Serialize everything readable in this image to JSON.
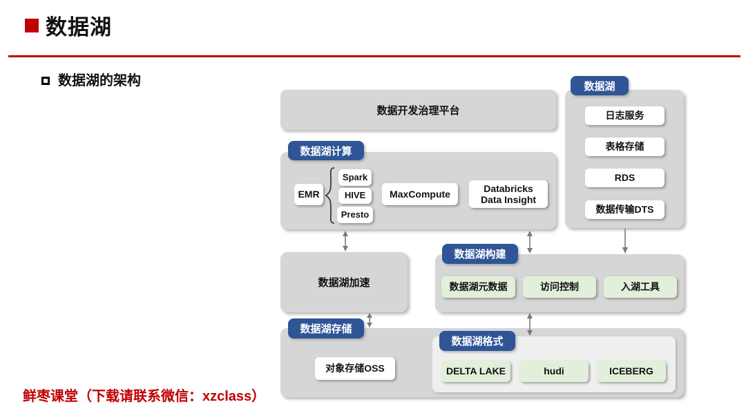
{
  "slide": {
    "title": "数据湖",
    "section_title": "数据湖的架构",
    "watermark": "鲜枣课堂（下载请联系微信：xzclass）"
  },
  "colors": {
    "accent_red": "#C00000",
    "tag_blue": "#2F5597",
    "box_gray": "#D6D6D6",
    "panel_gray": "#EFEFEF",
    "item_green": "#E2EFDA",
    "item_white": "#FFFFFF",
    "arrow_gray": "#7A7A7A"
  },
  "diagram": {
    "platform": {
      "label": "数据开发治理平台"
    },
    "compute": {
      "tag": "数据湖计算",
      "cluster_root": "EMR",
      "cluster_engines": [
        "Spark",
        "HIVE",
        "Presto"
      ],
      "services": [
        "MaxCompute",
        "Databricks Data Insight"
      ]
    },
    "ingest": {
      "tag": "数据湖",
      "items": [
        "日志服务",
        "表格存储",
        "RDS",
        "数据传输DTS"
      ]
    },
    "acceleration": {
      "label": "数据湖加速"
    },
    "build": {
      "tag": "数据湖构建",
      "items": [
        "数据湖元数据",
        "访问控制",
        "入湖工具"
      ]
    },
    "storage": {
      "tag": "数据湖存储",
      "object_storage": "对象存储OSS",
      "format": {
        "tag": "数据湖格式",
        "items": [
          "DELTA LAKE",
          "hudi",
          "ICEBERG"
        ]
      }
    }
  }
}
